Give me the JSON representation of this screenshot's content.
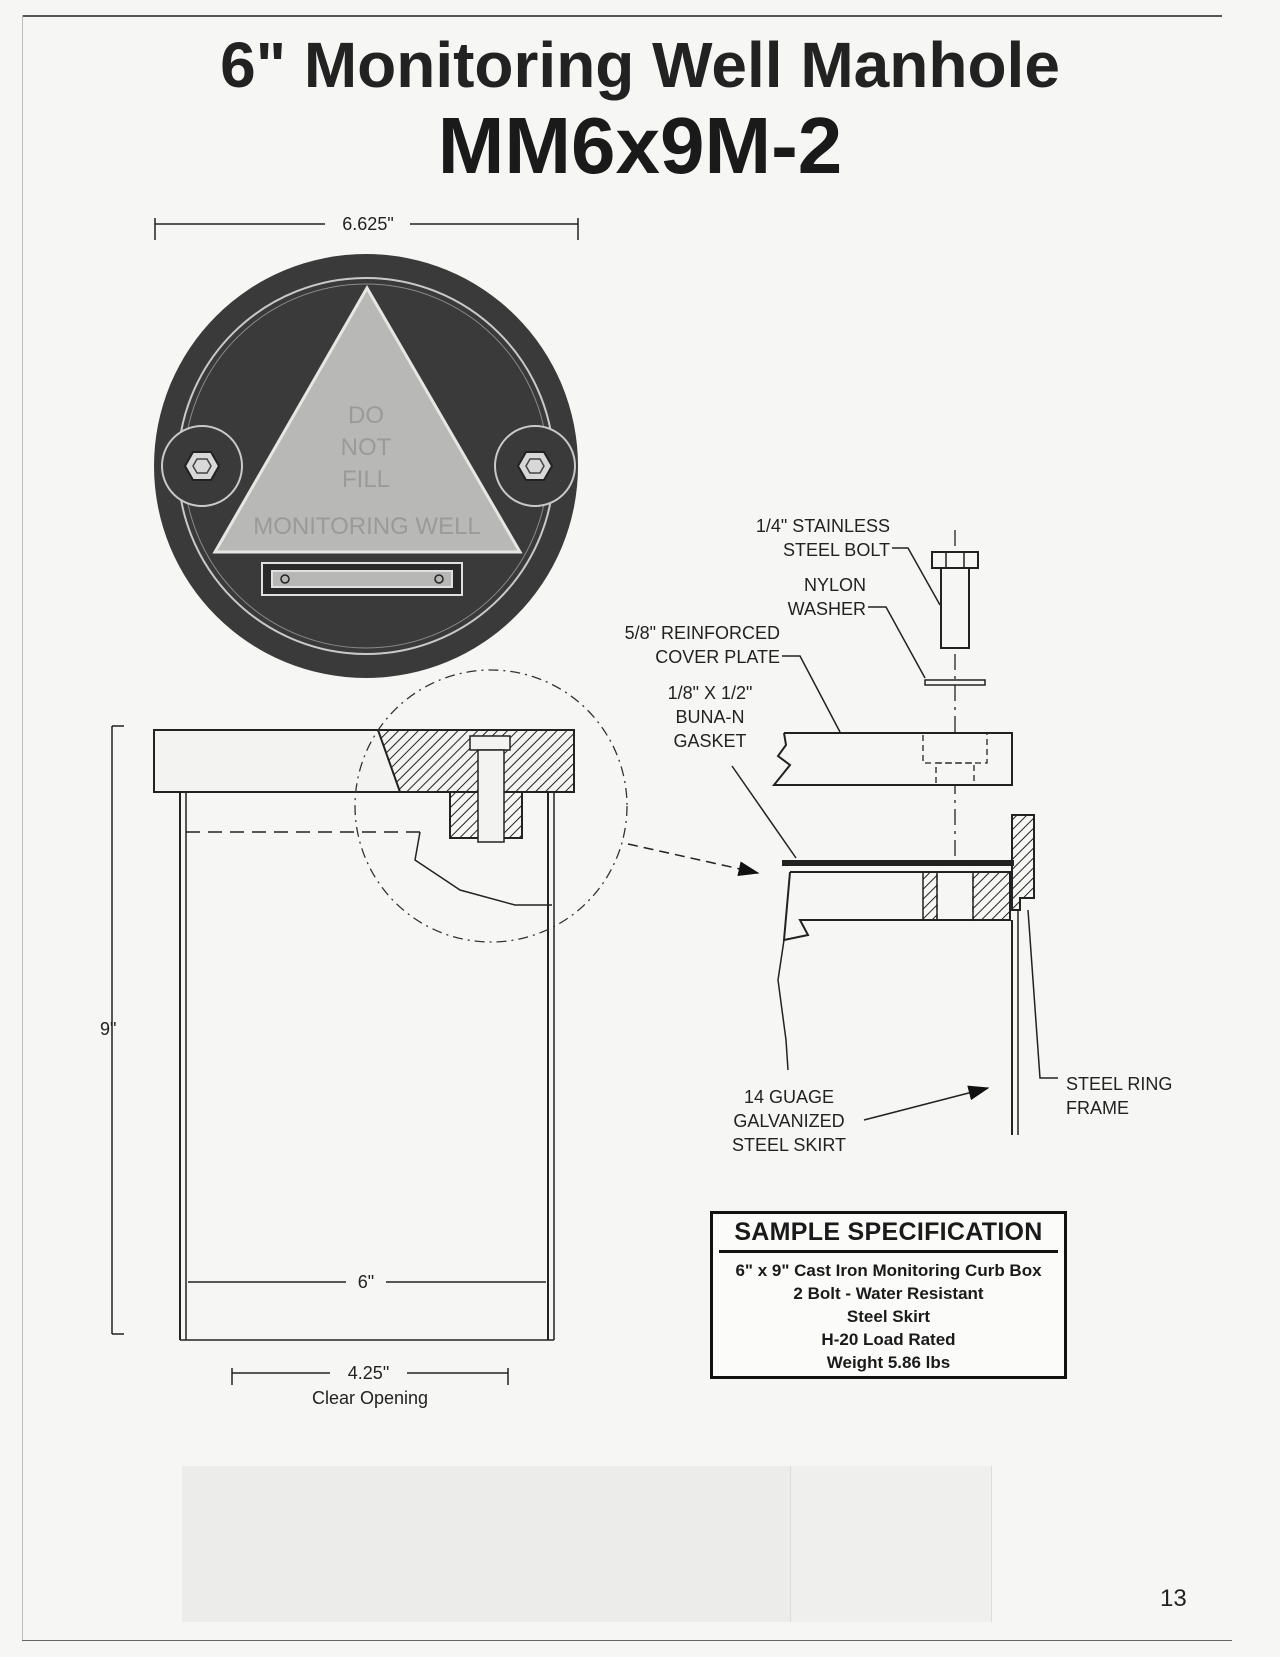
{
  "title": "6\" Monitoring Well Manhole",
  "model": "MM6x9M-2",
  "cover": {
    "lettering": [
      "DO",
      "NOT",
      "FILL",
      "MONITORING WELL"
    ]
  },
  "dimensions": {
    "cover_diameter": "6.625\"",
    "height": "9\"",
    "skirt_width": "6\"",
    "opening": "4.25\"",
    "opening_label": "Clear Opening"
  },
  "callouts": {
    "bolt": [
      "1/4\" STAINLESS",
      "STEEL BOLT"
    ],
    "washer": [
      "NYLON",
      "WASHER"
    ],
    "cover_plate": [
      "5/8\" REINFORCED",
      "COVER PLATE"
    ],
    "gasket": [
      "1/8\" X 1/2\"",
      "BUNA-N",
      "GASKET"
    ],
    "skirt": [
      "14 GUAGE",
      "GALVANIZED",
      "STEEL SKIRT"
    ],
    "ring": [
      "STEEL RING",
      "FRAME"
    ]
  },
  "specification": {
    "heading": "SAMPLE SPECIFICATION",
    "lines": [
      "6\" x 9\" Cast Iron Monitoring Curb Box",
      "2 Bolt - Water Resistant",
      "Steel Skirt",
      "H-20 Load Rated",
      "Weight 5.86 lbs"
    ]
  },
  "page_number": "13"
}
